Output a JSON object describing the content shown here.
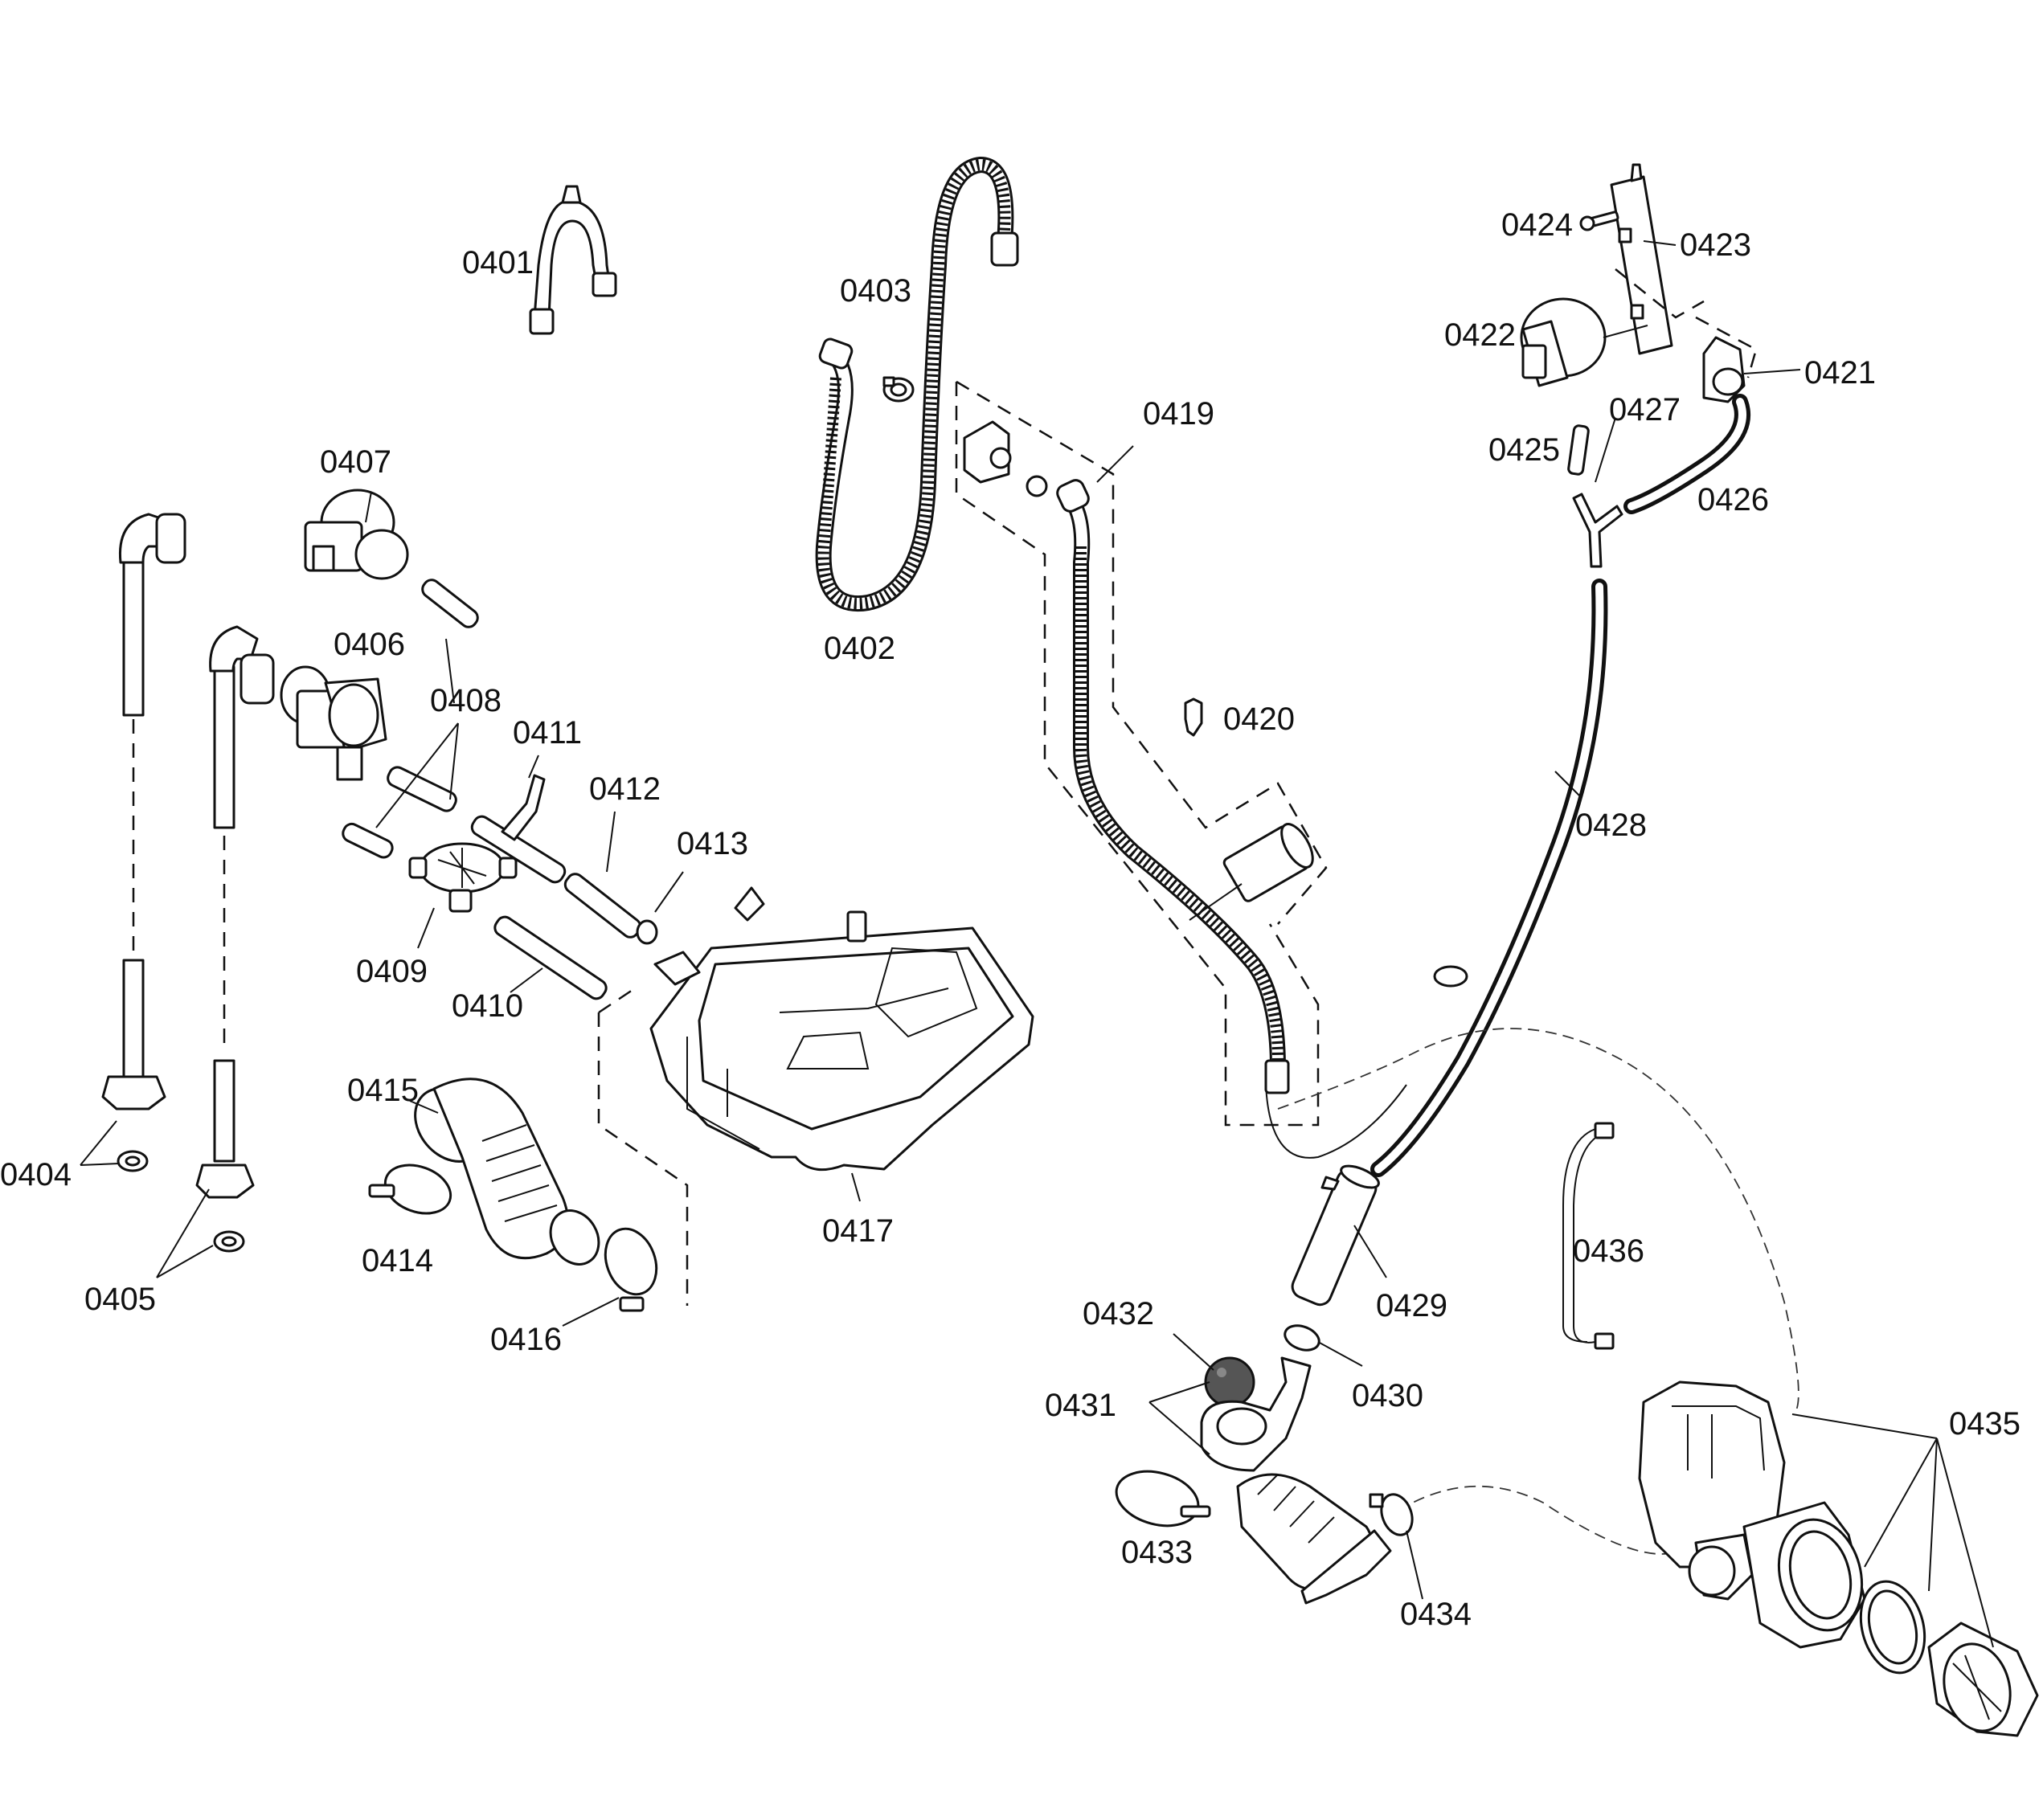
{
  "labels": {
    "p0401": "0401",
    "p0402": "0402",
    "p0403": "0403",
    "p0404": "0404",
    "p0405": "0405",
    "p0406": "0406",
    "p0407": "0407",
    "p0408": "0408",
    "p0409": "0409",
    "p0410": "0410",
    "p0411": "0411",
    "p0412": "0412",
    "p0413": "0413",
    "p0414": "0414",
    "p0415": "0415",
    "p0416": "0416",
    "p0417": "0417",
    "p0419": "0419",
    "p0420": "0420",
    "p0421": "0421",
    "p0422": "0422",
    "p0423": "0423",
    "p0424": "0424",
    "p0425": "0425",
    "p0426": "0426",
    "p0427": "0427",
    "p0428": "0428",
    "p0429": "0429",
    "p0430": "0430",
    "p0431": "0431",
    "p0432": "0432",
    "p0433": "0433",
    "p0434": "0434",
    "p0435": "0435",
    "p0436": "0436"
  }
}
